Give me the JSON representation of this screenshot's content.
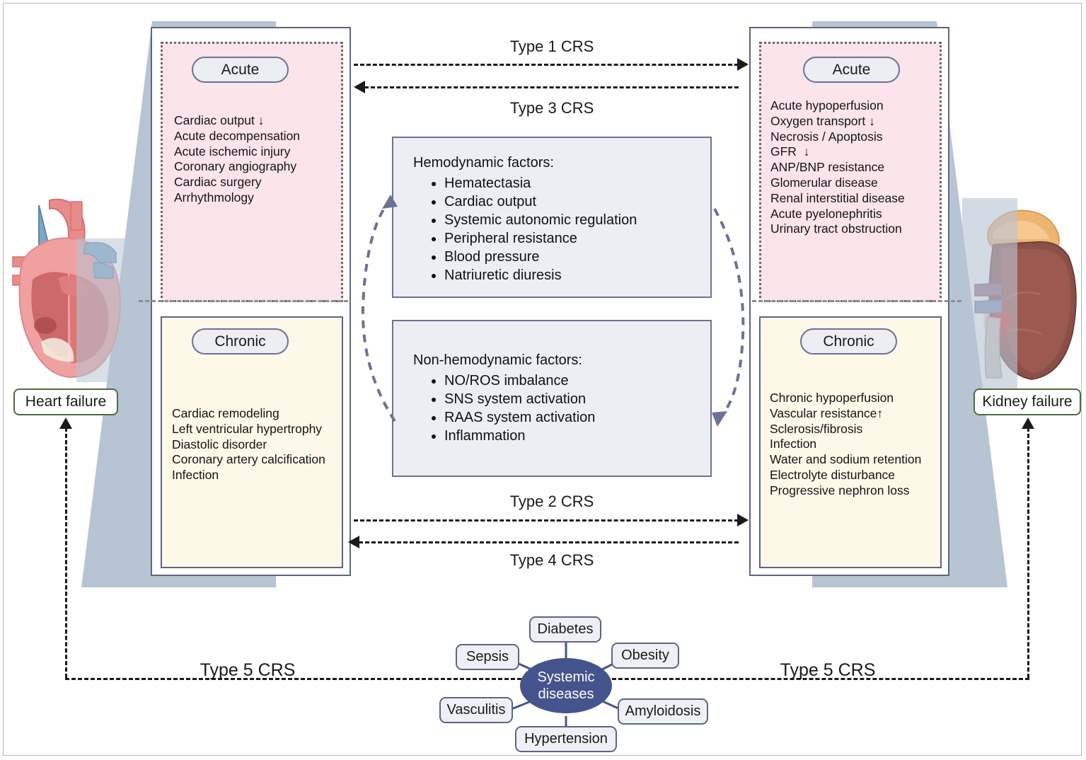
{
  "diagram": {
    "title": "Cardiorenal Syndrome (CRS) Types",
    "colors": {
      "acute_bg": "#fbe4ea",
      "chronic_bg": "#fdf8e8",
      "factor_bg": "#eceef4",
      "banner": "#b7c4d3",
      "border": "#5d6585",
      "core": "#44548c",
      "failure_border": "#4f6b3e"
    }
  },
  "heart": {
    "organ_icon": "heart-anatomy-illustration",
    "failure_label": "Heart failure",
    "acute": {
      "pill": "Acute",
      "items": [
        "Cardiac output ↓",
        "Acute decompensation",
        "Acute ischemic injury",
        "Coronary angiography",
        "Cardiac surgery",
        "Arrhythmology"
      ]
    },
    "chronic": {
      "pill": "Chronic",
      "items": [
        "Cardiac remodeling",
        "Left ventricular hypertrophy",
        "Diastolic disorder",
        "Coronary artery calcification",
        "Infection"
      ]
    }
  },
  "kidney": {
    "organ_icon": "kidney-anatomy-illustration",
    "failure_label": "Kidney failure",
    "acute": {
      "pill": "Acute",
      "items": [
        "Acute hypoperfusion",
        "Oxygen transport ↓",
        "Necrosis / Apoptosis",
        "GFR  ↓",
        "ANP/BNP resistance",
        "Glomerular disease",
        "Renal interstitial disease",
        "Acute pyelonephritis",
        "Urinary tract obstruction"
      ]
    },
    "chronic": {
      "pill": "Chronic",
      "items": [
        "Chronic hypoperfusion",
        "Vascular resistance↑",
        "Sclerosis/fibrosis",
        "Infection",
        "Water and sodium retention",
        "Electrolyte disturbance",
        "Progressive nephron loss"
      ]
    }
  },
  "factors": {
    "hemodynamic": {
      "title": "Hemodynamic factors:",
      "items": [
        "Hematectasia",
        "Cardiac output",
        "Systemic autonomic regulation",
        "Peripheral resistance",
        "Blood pressure",
        "Natriuretic diuresis"
      ]
    },
    "non_hemodynamic": {
      "title": "Non-hemodynamic factors:",
      "items": [
        "NO/ROS imbalance",
        "SNS system activation",
        "RAAS system activation",
        "Inflammation"
      ]
    }
  },
  "crs_types": {
    "type1": "Type 1 CRS",
    "type3": "Type 3 CRS",
    "type2": "Type 2 CRS",
    "type4": "Type 4 CRS",
    "type5_left": "Type 5 CRS",
    "type5_right": "Type 5 CRS"
  },
  "systemic": {
    "core_line1": "Systemic",
    "core_line2": "diseases",
    "nodes": [
      {
        "label": "Diabetes"
      },
      {
        "label": "Sepsis"
      },
      {
        "label": "Obesity"
      },
      {
        "label": "Vasculitis"
      },
      {
        "label": "Amyloidosis"
      },
      {
        "label": "Hypertension"
      }
    ]
  }
}
